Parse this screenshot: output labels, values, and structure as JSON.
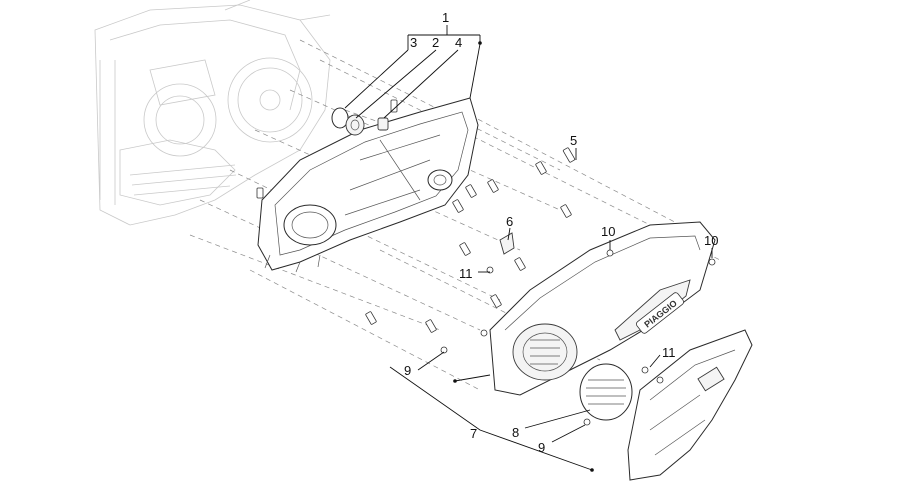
{
  "callouts": [
    {
      "id": "c1",
      "label": "1"
    },
    {
      "id": "c2",
      "label": "2"
    },
    {
      "id": "c3",
      "label": "3"
    },
    {
      "id": "c4",
      "label": "4"
    },
    {
      "id": "c5",
      "label": "5"
    },
    {
      "id": "c6",
      "label": "6"
    },
    {
      "id": "c7",
      "label": "7"
    },
    {
      "id": "c8",
      "label": "8"
    },
    {
      "id": "c9a",
      "label": "9"
    },
    {
      "id": "c9b",
      "label": "9"
    },
    {
      "id": "c10a",
      "label": "10"
    },
    {
      "id": "c10b",
      "label": "10"
    },
    {
      "id": "c11a",
      "label": "11"
    },
    {
      "id": "c11b",
      "label": "11"
    }
  ],
  "brand_text": "PIAGGIO",
  "colors": {
    "line": "#2a2a2a",
    "background_drawing": "#c9c9c9"
  }
}
